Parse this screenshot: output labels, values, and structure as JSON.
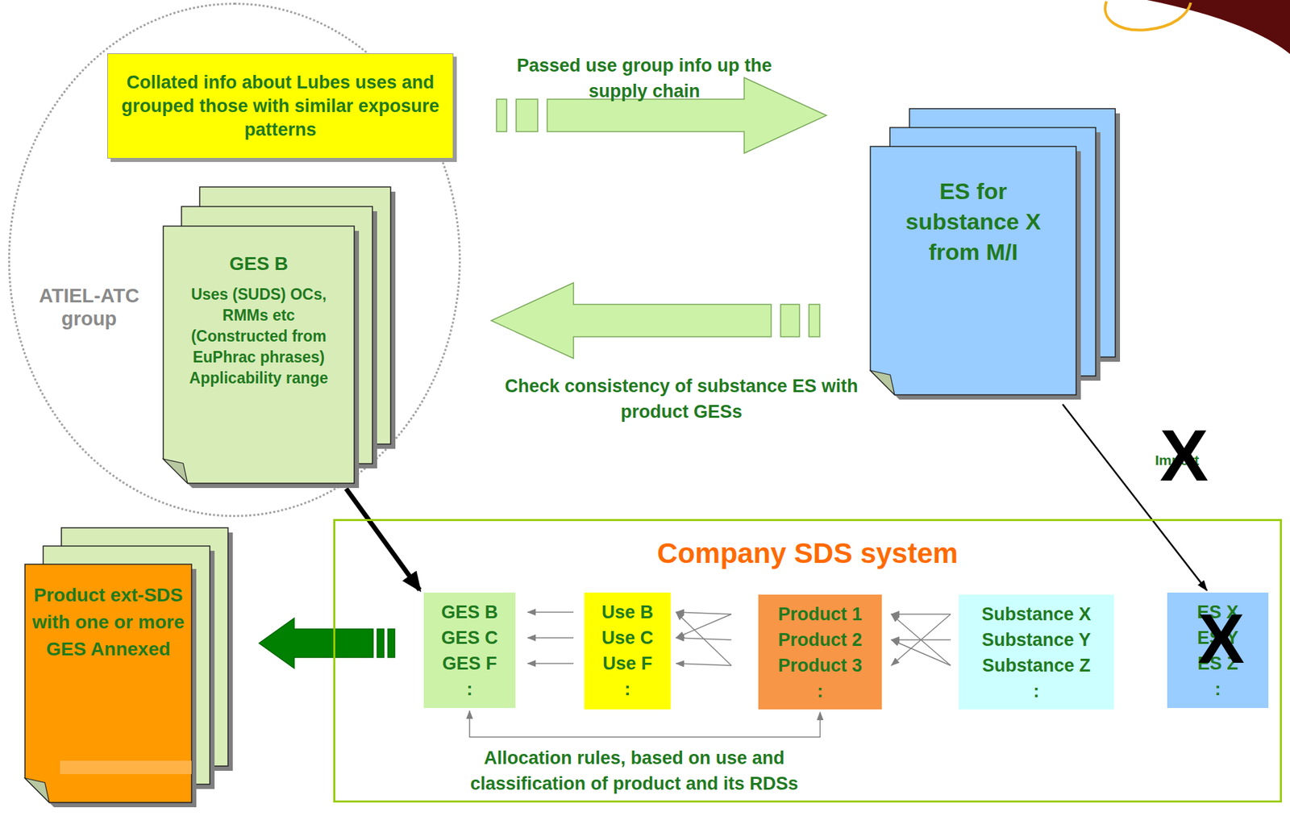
{
  "diagram": {
    "nodes": [
      {
        "text": [
          "ATIEL-ATC group"
        ]
      },
      {
        "text": [
          "Collated info about Lubes uses and grouped those with similar exposure patterns"
        ],
        "in": 0
      },
      {
        "text": [
          "GES B",
          "Uses (SUDS) OCs, RMMs etc (Constructed from EuPhrac phrases) Applicability range"
        ],
        "in": 0
      },
      {
        "text": [
          "ES for substance X from M/I"
        ]
      },
      {
        "text": [
          "Product ext-SDS with one or more GES Annexed"
        ]
      },
      {
        "text": [
          "Company SDS system"
        ]
      },
      {
        "text": [
          "GES B",
          "GES C",
          "GES F",
          ":"
        ],
        "in": 5
      },
      {
        "text": [
          "Use B",
          "Use C",
          "Use F",
          ":"
        ],
        "in": 5
      },
      {
        "text": [
          "Product 1",
          "Product 2",
          "Product 3",
          ":"
        ],
        "in": 5
      },
      {
        "text": [
          "Substance X",
          "Substance Y",
          "Substance Z",
          ":"
        ],
        "in": 5
      },
      {
        "text": [
          "ES X",
          "ES Y",
          "ES Z",
          ":"
        ],
        "in": 5
      }
    ],
    "edges": [
      {
        "from": 0,
        "to": 3,
        "label": "Passed use group info up the supply chain",
        "arrow": "to"
      },
      {
        "from": 3,
        "to": 0,
        "label": "Check consistency of substance ES with product GESs",
        "arrow": "to"
      },
      {
        "from": 2,
        "to": 6,
        "arrow": "to"
      },
      {
        "from": 3,
        "to": 10,
        "label": "Import",
        "arrow": "to"
      },
      {
        "from": 5,
        "to": 4,
        "arrow": "to"
      },
      {
        "from": 7,
        "to": 6,
        "arrow": "to"
      },
      {
        "from": 8,
        "to": 7,
        "arrow": "to"
      },
      {
        "from": 9,
        "to": 8,
        "arrow": "to"
      },
      {
        "from": 8,
        "to": 6,
        "label": "Allocation rules, based on use and classification of product and its RDSs",
        "arrow": "both"
      }
    ],
    "labels": [
      "X",
      "X"
    ]
  }
}
